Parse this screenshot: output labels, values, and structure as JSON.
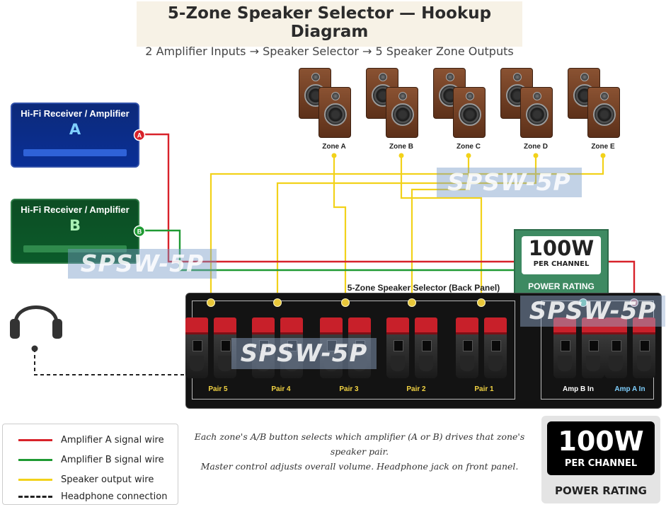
{
  "title": {
    "main": "5-Zone Speaker Selector — Hookup Diagram",
    "subtitle": "2 Amplifier Inputs → Speaker Selector → 5 Speaker Zone Outputs"
  },
  "amplifiers": [
    {
      "title": "Hi-Fi Receiver / Amplifier",
      "letter": "A",
      "badge": "A",
      "color": "#d8222a"
    },
    {
      "title": "Hi-Fi Receiver / Amplifier",
      "letter": "B",
      "badge": "B",
      "color": "#1f9a33"
    }
  ],
  "zones": [
    "Zone A",
    "Zone B",
    "Zone C",
    "Zone D",
    "Zone E"
  ],
  "panel": {
    "title": "5-Zone Speaker Selector (Back Panel)",
    "pairs": [
      "Pair 5",
      "Pair 4",
      "Pair 3",
      "Pair 2",
      "Pair 1"
    ],
    "amp_inputs": [
      "Amp B In",
      "Amp A In"
    ]
  },
  "watermark": "SPSW-5P",
  "power_rating_small": {
    "value": "100W",
    "unit": "PER CHANNEL",
    "label": "POWER RATING"
  },
  "power_rating_badge": {
    "value": "100W",
    "unit": "PER CHANNEL",
    "label": "POWER RATING"
  },
  "legend": [
    {
      "label": "Amplifier A signal wire",
      "color": "#d8222a",
      "style": "solid"
    },
    {
      "label": "Amplifier B signal wire",
      "color": "#1f9a33",
      "style": "solid"
    },
    {
      "label": "Speaker output wire",
      "color": "#f2d21a",
      "style": "solid"
    },
    {
      "label": "Headphone connection",
      "color": "#222222",
      "style": "dashed"
    }
  ],
  "description": {
    "line1": "Each zone's A/B button selects which amplifier (A or B) drives that zone's speaker pair.",
    "line2": "Master control adjusts overall volume. Headphone jack on front panel."
  },
  "colors": {
    "speaker_wire": "#f2d21a",
    "amp_a": "#d8222a",
    "amp_b": "#1f9a33",
    "panel": "#131313"
  }
}
